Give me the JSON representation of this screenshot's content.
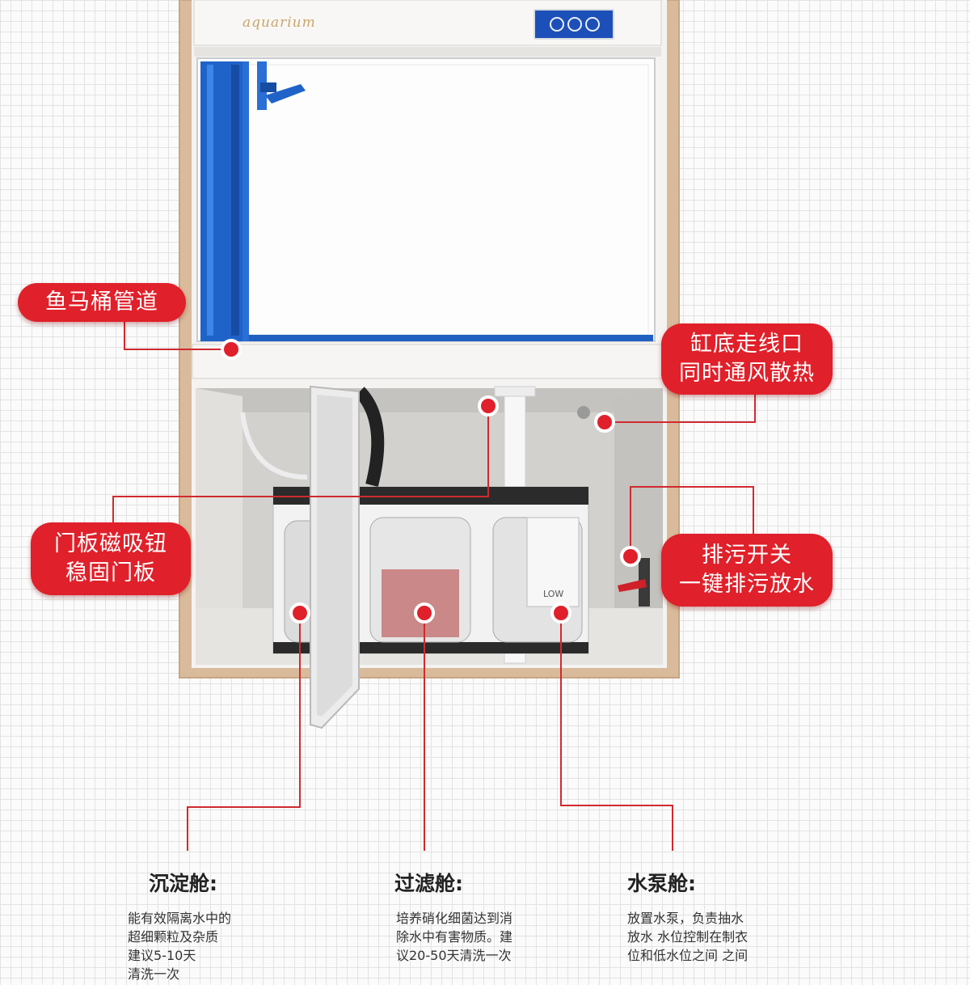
{
  "product": {
    "brand": "aquarium"
  },
  "callouts": {
    "toilet_pipe": [
      "鱼马桶管道"
    ],
    "bottom_outlet": [
      "缸底走线口",
      "同时通风散热"
    ],
    "door_magnet": [
      "门板磁吸钮",
      "稳固门板"
    ],
    "drain_switch": [
      "排污开关",
      "一键排污放水"
    ]
  },
  "chambers": [
    {
      "title": "沉淀舱:",
      "lines": [
        "能有效隔离水中的",
        "超细颗粒及杂质",
        "建议5-10天",
        "清洗一次"
      ]
    },
    {
      "title": "过滤舱:",
      "lines": [
        "培养硝化细菌达到消",
        "除水中有害物质。建",
        "议20-50天清洗一次"
      ]
    },
    {
      "title": "水泵舱:",
      "lines": [
        "放置水泵，负责抽水",
        "放水 水位控制在制衣",
        "位和低水位之间 之间"
      ]
    }
  ],
  "filter_box_labels": [
    "LOW"
  ],
  "colors": {
    "accent_red": "#e0202a",
    "frame_gold": "#d8b898",
    "pipe_blue": "#1f63c9"
  }
}
